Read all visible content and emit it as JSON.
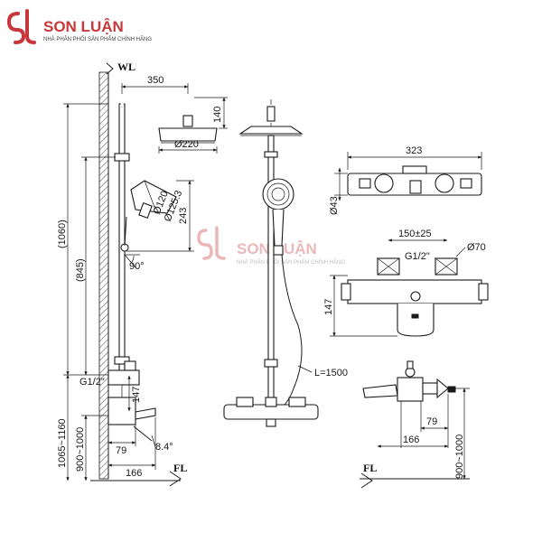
{
  "brand": {
    "name": "SON LUẬN",
    "tagline": "NHÀ PHÂN PHỐI SẢN PHẨM CHÍNH HÃNG",
    "accent_color": "#c8373a"
  },
  "side_view": {
    "wall_label": "WL",
    "floor_label": "FL",
    "dim_arm_length": "350",
    "dim_head_offset": "140",
    "dim_head_diameter": "Ø220",
    "dim_total_height": "(1060)",
    "dim_rail_height": "(845)",
    "dim_handshower_height": "243",
    "dim_handshower_d1": "Ø120",
    "dim_handshower_d2": "Ø125.3",
    "dim_angle": "90°",
    "dim_thread": "G1/2\"",
    "dim_body_height": "147",
    "dim_install_range": "1065~1160",
    "dim_spout_height": "900~1000",
    "dim_body_depth": "79",
    "dim_wall_to_spout": "166",
    "dim_spout_angle": "8.4°"
  },
  "front_view": {
    "hose_length": "L=1500"
  },
  "valve_detail": {
    "dim_width": "323",
    "dim_depth": "Ø43",
    "dim_center": "150±25",
    "dim_cap": "Ø70",
    "dim_thread": "G1/2\"",
    "dim_height": "147"
  },
  "spout_detail": {
    "dim_depth": "79",
    "dim_reach": "166",
    "dim_height": "900~1000",
    "floor_label": "FL"
  }
}
